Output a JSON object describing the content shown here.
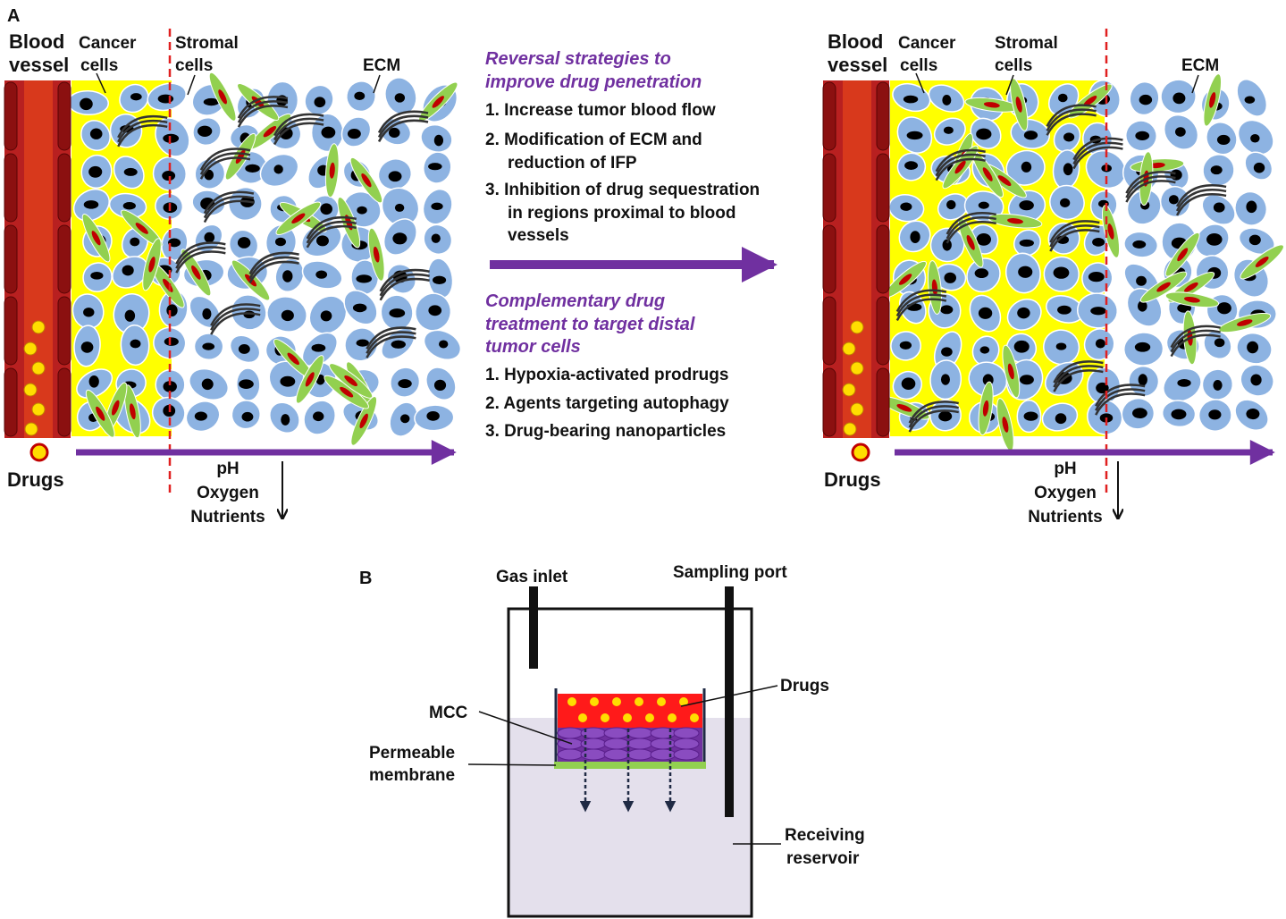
{
  "panel_a": {
    "label": "A",
    "left_tissue": {
      "blood_vessel": "Blood vessel",
      "blood_vessel_lines": [
        "Blood",
        "vessel"
      ],
      "cancer_cells_lines": [
        "Cancer",
        "cells"
      ],
      "stromal_cells_lines": [
        "Stromal",
        "cells"
      ],
      "ecm": "ECM",
      "drugs": "Drugs",
      "gradient_labels": [
        "pH",
        "Oxygen",
        "Nutrients"
      ]
    },
    "right_tissue": {
      "blood_vessel_lines": [
        "Blood",
        "vessel"
      ],
      "cancer_cells_lines": [
        "Cancer",
        "cells"
      ],
      "stromal_cells_lines": [
        "Stromal",
        "cells"
      ],
      "ecm": "ECM",
      "drugs": "Drugs",
      "gradient_labels": [
        "pH",
        "Oxygen",
        "Nutrients"
      ]
    },
    "reversal": {
      "heading_lines": [
        "Reversal strategies to",
        "improve drug penetration"
      ],
      "items": [
        [
          "1. Increase tumor blood flow"
        ],
        [
          "2. Modification of ECM and",
          "reduction of IFP"
        ],
        [
          "3. Inhibition of drug sequestration",
          "in regions proximal to blood",
          "vessels"
        ]
      ]
    },
    "complementary": {
      "heading_lines": [
        "Complementary drug",
        "treatment to target distal",
        "tumor cells"
      ],
      "items": [
        "1. Hypoxia-activated prodrugs",
        "2. Agents targeting autophagy",
        "3. Drug-bearing nanoparticles"
      ]
    }
  },
  "panel_b": {
    "label": "B",
    "gas_inlet": "Gas inlet",
    "sampling_port": "Sampling port",
    "drugs": "Drugs",
    "mcc": "MCC",
    "membrane_lines": [
      "Permeable",
      "membrane"
    ],
    "reservoir_lines": [
      "Receiving",
      "reservoir"
    ]
  },
  "colors": {
    "arrow_purple": "#7030a0",
    "tissue_yellow": "#ffff00",
    "vessel_red": "#a01818",
    "cell_blue": "#8db3e2",
    "stromal_green": "#92d050",
    "nucleus_red": "#c00000",
    "dashed_line": "#e02020",
    "drug_yellow": "#ffdd00",
    "mcc_purple": "#7030a0",
    "membrane_green": "#92d050",
    "reservoir": "#e4e0ec"
  }
}
